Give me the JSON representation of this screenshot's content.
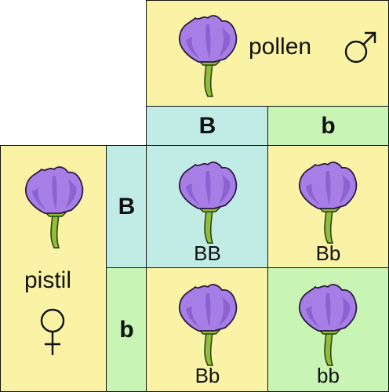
{
  "pollen": {
    "label": "pollen",
    "symbol_icon": "male-symbol-icon",
    "flower_color": "purple"
  },
  "pistil": {
    "label": "pistil",
    "symbol_icon": "female-symbol-icon",
    "flower_color": "purple"
  },
  "columns": [
    {
      "allele": "B"
    },
    {
      "allele": "b"
    }
  ],
  "rows": [
    {
      "allele": "B"
    },
    {
      "allele": "b"
    }
  ],
  "grid": [
    [
      {
        "genotype": "BB",
        "flower_color": "purple"
      },
      {
        "genotype": "Bb",
        "flower_color": "purple"
      }
    ],
    [
      {
        "genotype": "Bb",
        "flower_color": "purple"
      },
      {
        "genotype": "bb",
        "flower_color": "white"
      }
    ]
  ],
  "colors": {
    "yellow": "#faf3a6",
    "cyan": "#c1ece6",
    "green": "#c8f5b4",
    "purple_petal": "#a77ee6",
    "white_petal": "#ffffff",
    "stem": "#8fbd3c"
  }
}
